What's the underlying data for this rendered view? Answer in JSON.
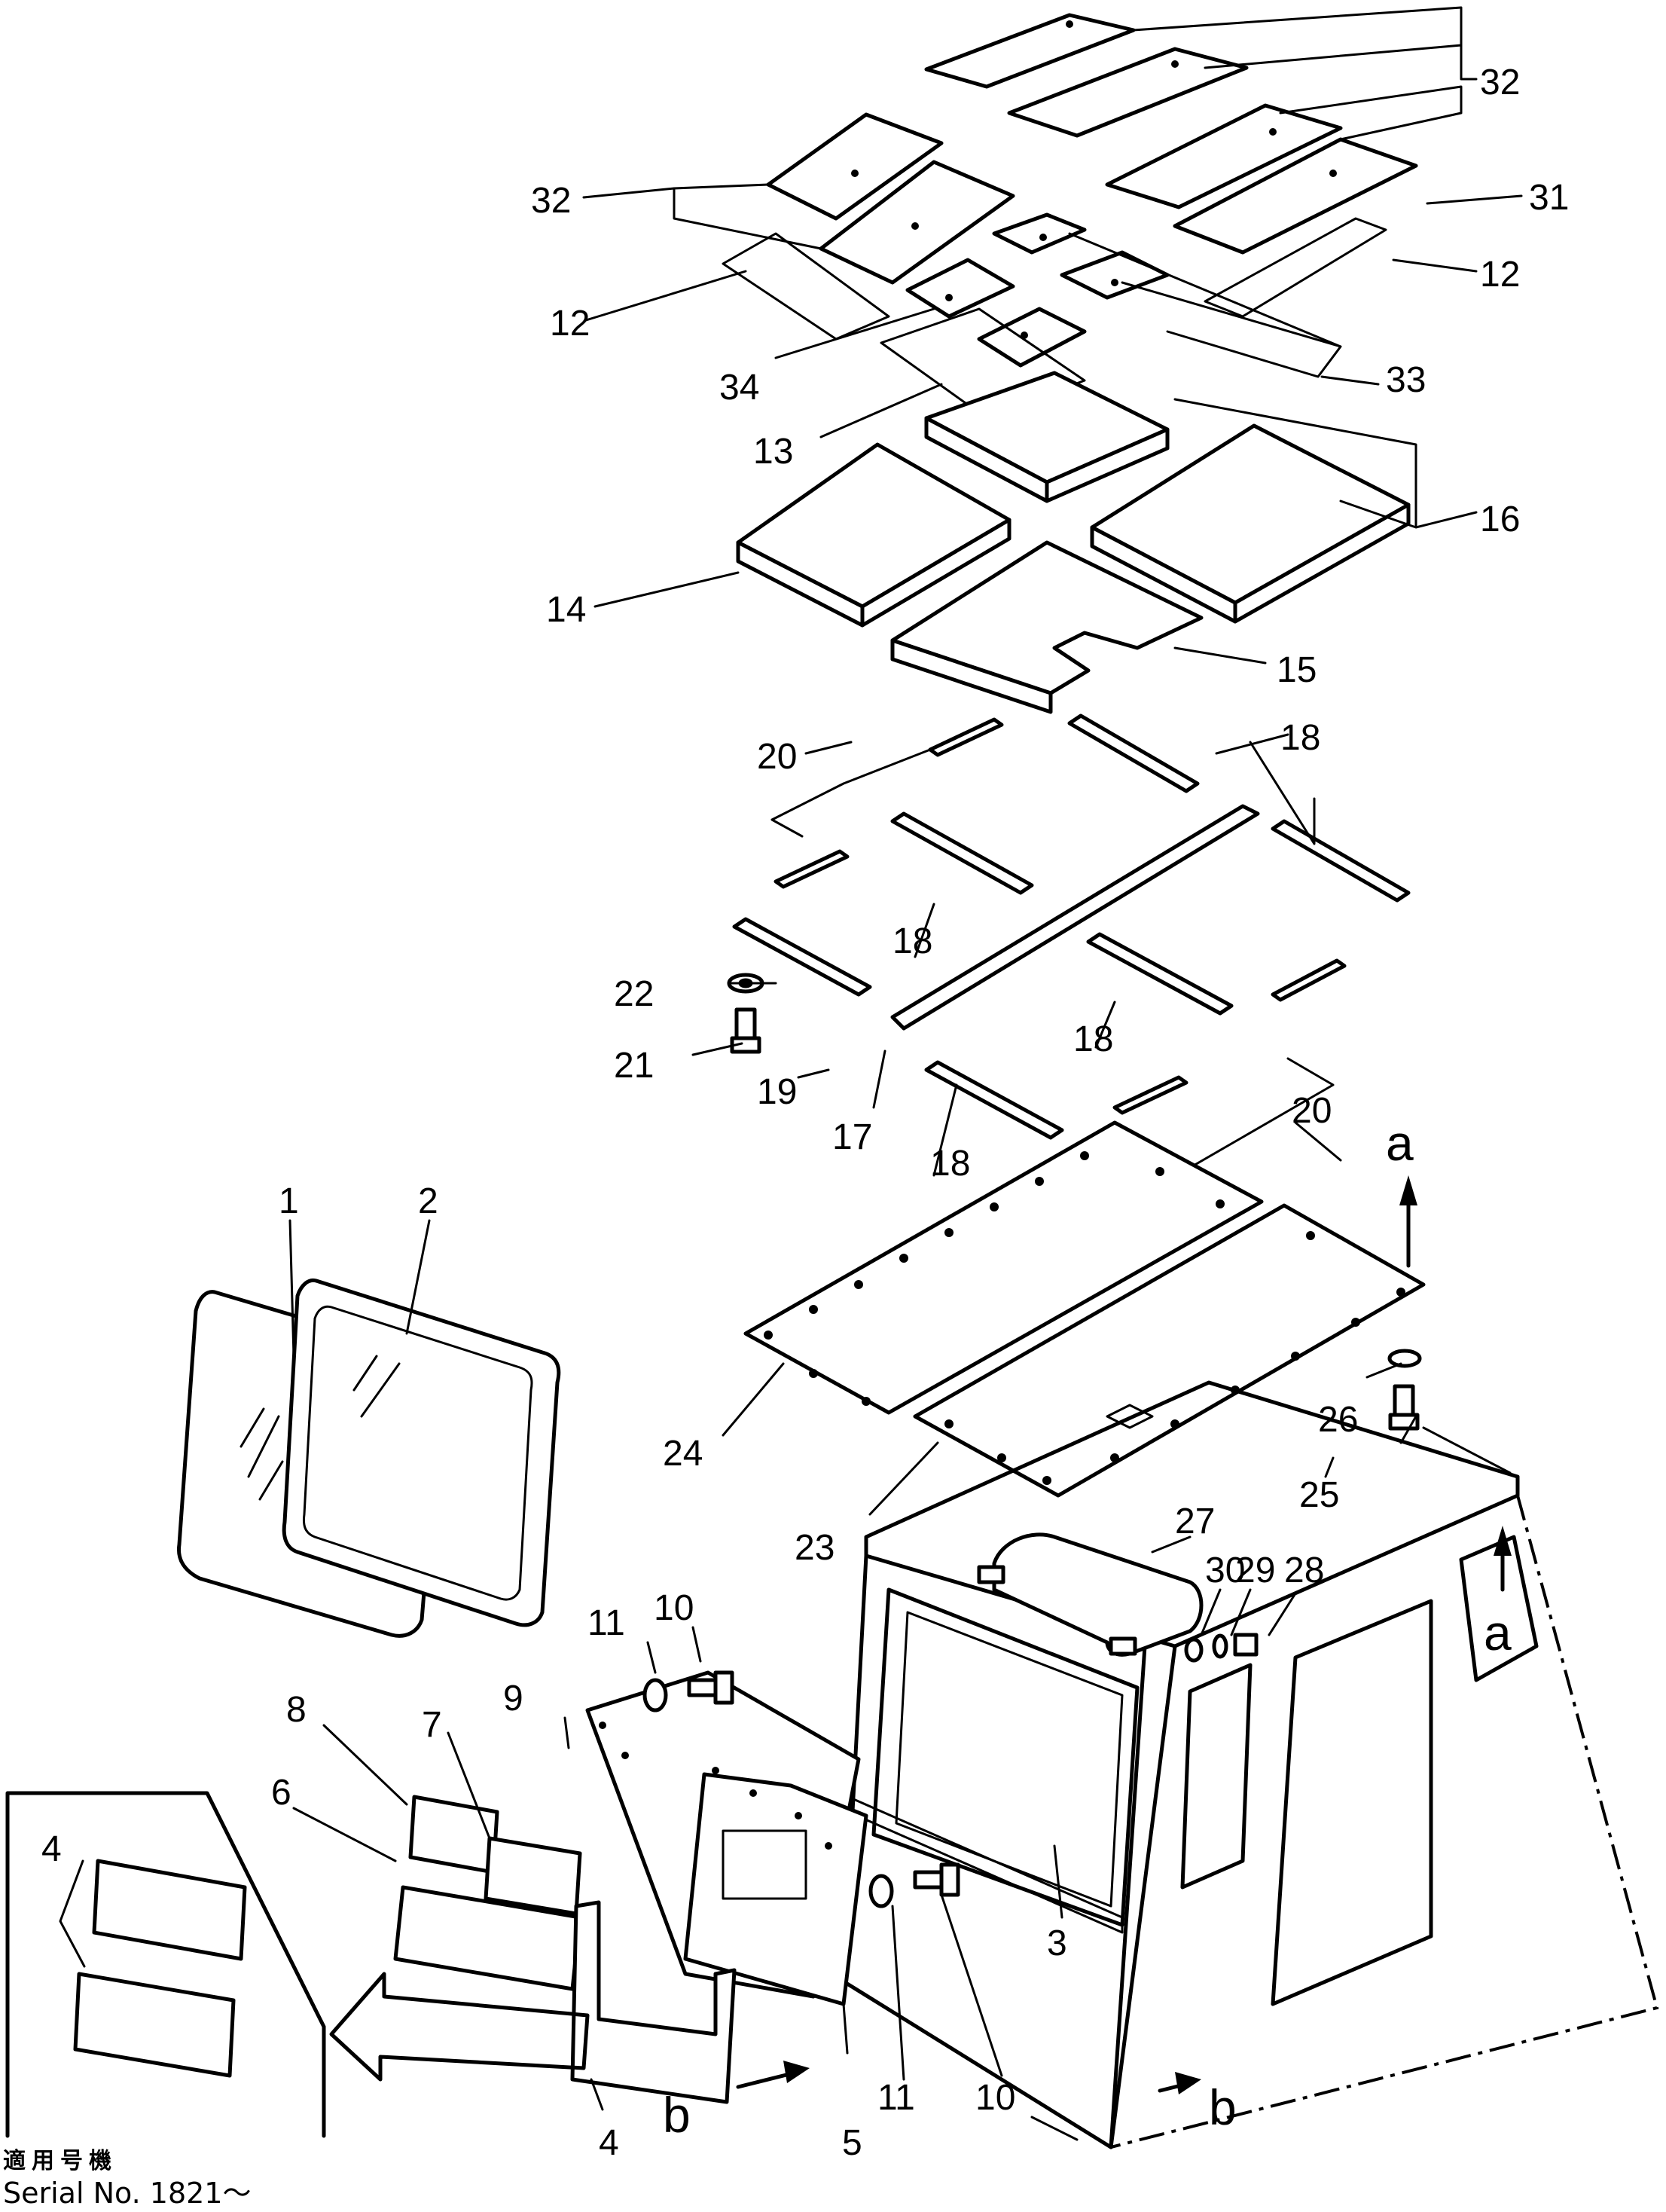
{
  "callouts": [
    {
      "id": "c1",
      "text": "1"
    },
    {
      "id": "c2",
      "text": "2"
    },
    {
      "id": "c3",
      "text": "3"
    },
    {
      "id": "c4a",
      "text": "4"
    },
    {
      "id": "c4b",
      "text": "4"
    },
    {
      "id": "c5",
      "text": "5"
    },
    {
      "id": "c6",
      "text": "6"
    },
    {
      "id": "c7",
      "text": "7"
    },
    {
      "id": "c8",
      "text": "8"
    },
    {
      "id": "c9",
      "text": "9"
    },
    {
      "id": "c10a",
      "text": "10"
    },
    {
      "id": "c10b",
      "text": "10"
    },
    {
      "id": "c11a",
      "text": "11"
    },
    {
      "id": "c11b",
      "text": "11"
    },
    {
      "id": "c12a",
      "text": "12"
    },
    {
      "id": "c12b",
      "text": "12"
    },
    {
      "id": "c13",
      "text": "13"
    },
    {
      "id": "c14",
      "text": "14"
    },
    {
      "id": "c15",
      "text": "15"
    },
    {
      "id": "c16",
      "text": "16"
    },
    {
      "id": "c17",
      "text": "17"
    },
    {
      "id": "c18a",
      "text": "18"
    },
    {
      "id": "c18b",
      "text": "18"
    },
    {
      "id": "c18c",
      "text": "18"
    },
    {
      "id": "c18d",
      "text": "18"
    },
    {
      "id": "c19",
      "text": "19"
    },
    {
      "id": "c20a",
      "text": "20"
    },
    {
      "id": "c20b",
      "text": "20"
    },
    {
      "id": "c21",
      "text": "21"
    },
    {
      "id": "c22",
      "text": "22"
    },
    {
      "id": "c23",
      "text": "23"
    },
    {
      "id": "c24",
      "text": "24"
    },
    {
      "id": "c25",
      "text": "25"
    },
    {
      "id": "c26",
      "text": "26"
    },
    {
      "id": "c27",
      "text": "27"
    },
    {
      "id": "c28",
      "text": "28"
    },
    {
      "id": "c29",
      "text": "29"
    },
    {
      "id": "c30",
      "text": "30"
    },
    {
      "id": "c31",
      "text": "31"
    },
    {
      "id": "c32a",
      "text": "32"
    },
    {
      "id": "c32b",
      "text": "32"
    },
    {
      "id": "c33",
      "text": "33"
    },
    {
      "id": "c34",
      "text": "34"
    }
  ],
  "view_markers": {
    "a_top": "a",
    "a_right": "a",
    "b_left": "b",
    "b_right": "b"
  },
  "footer": {
    "applicable_jp": "適用号機",
    "serial": "Serial No. 1821～"
  }
}
